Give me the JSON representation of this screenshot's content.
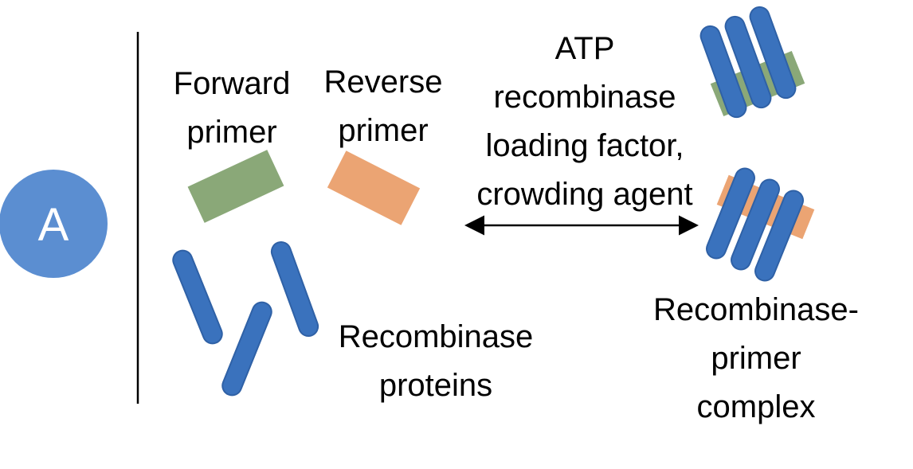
{
  "panel": {
    "letter": "A"
  },
  "labels": {
    "forward_primer": [
      "Forward",
      "primer"
    ],
    "reverse_primer": [
      "Reverse",
      "primer"
    ],
    "conditions": [
      "ATP",
      "recombinase",
      "loading factor,",
      "crowding agent"
    ],
    "recombinase_proteins": [
      "Recombinase",
      "proteins"
    ],
    "complex": [
      "Recombinase-",
      "primer",
      "complex"
    ]
  },
  "colors": {
    "circle": "#5b8ed1",
    "recombinase": "#3a72bd",
    "recombinase_edge": "#2f61a6",
    "forward_primer": "#8aa878",
    "reverse_primer": "#eba473",
    "line": "#000000",
    "circle_text": "#ffffff"
  }
}
